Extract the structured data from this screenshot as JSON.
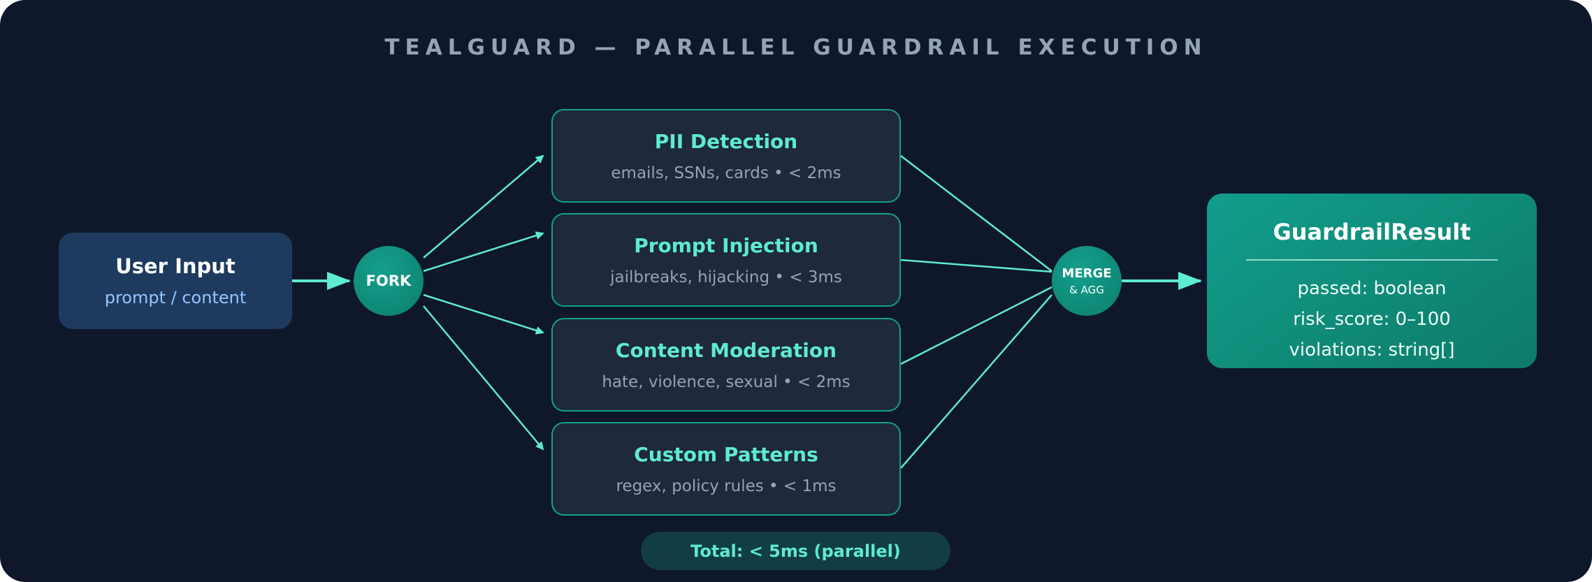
{
  "title": "TEALGUARD — PARALLEL GUARDRAIL EXECUTION",
  "input": {
    "title": "User Input",
    "subtitle": "prompt / content"
  },
  "fork": {
    "label": "FORK"
  },
  "merge": {
    "label": "MERGE",
    "sublabel": "& AGG"
  },
  "guardrails": [
    {
      "title": "PII Detection",
      "detail": "emails, SSNs, cards • < 2ms"
    },
    {
      "title": "Prompt Injection",
      "detail": "jailbreaks, hijacking • < 3ms"
    },
    {
      "title": "Content Moderation",
      "detail": "hate, violence, sexual • < 2ms"
    },
    {
      "title": "Custom Patterns",
      "detail": "regex, policy rules • < 1ms"
    }
  ],
  "result": {
    "title": "GuardrailResult",
    "fields": [
      "passed: boolean",
      "risk_score: 0–100",
      "violations: string[]"
    ]
  },
  "total": "Total: < 5ms (parallel)",
  "colors": {
    "background": "#0f172a",
    "accent": "#5eead4",
    "teal": "#14a08c",
    "input_box": "#1e3a5f"
  }
}
